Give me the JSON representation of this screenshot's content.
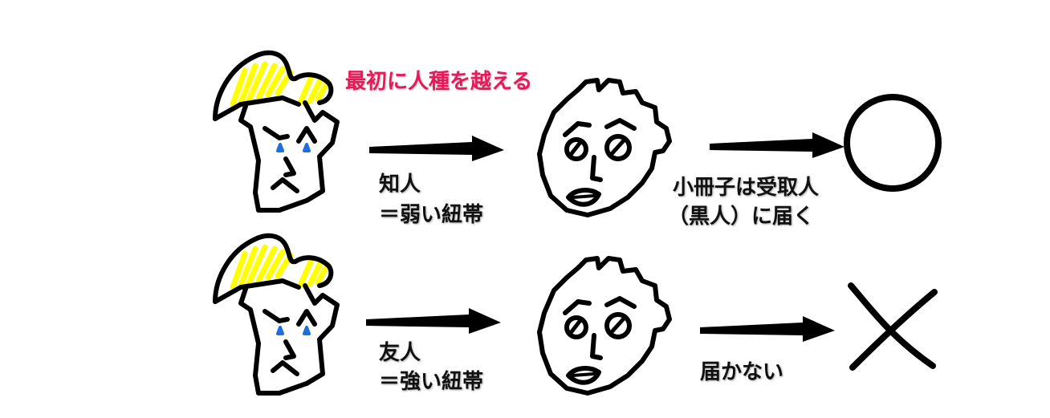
{
  "header": {
    "title": "最初に人種を越える"
  },
  "rows": [
    {
      "edge_label": [
        "知人",
        "＝弱い紐帯"
      ],
      "result_label": [
        "小冊子は受取人",
        "（黒人）に届く"
      ],
      "result_symbol": "circle"
    },
    {
      "edge_label": [
        "友人",
        "＝強い紐帯"
      ],
      "result_label": [
        "届かない"
      ],
      "result_symbol": "cross"
    }
  ],
  "colors": {
    "accent": "#e8195a",
    "hair": "#ffff00",
    "tear": "#1e6fd9",
    "stroke": "#000000"
  },
  "icons": [
    "white-person-icon",
    "black-person-icon",
    "arrow-icon",
    "circle-icon",
    "cross-icon"
  ]
}
